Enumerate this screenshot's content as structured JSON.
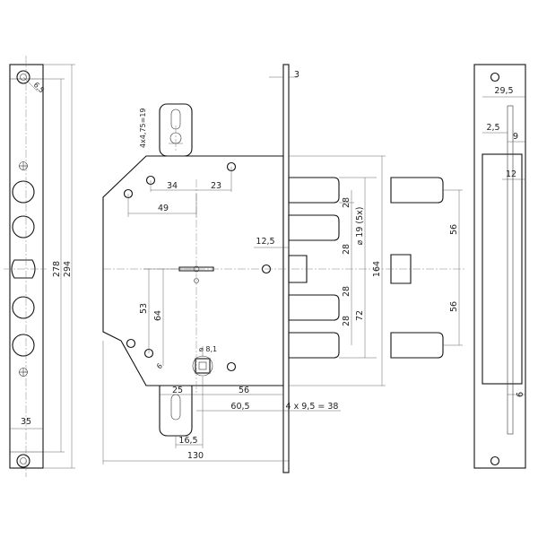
{
  "dims": {
    "hole_dia": "6,5",
    "length_278": "278",
    "length_294": "294",
    "strip_width": "35",
    "plate_thk": "3",
    "slot_4x475": "4x4,75=19",
    "d34": "34",
    "d23": "23",
    "d49": "49",
    "d125": "12,5",
    "d19": "⌀ 19 (5x)",
    "d28a": "28",
    "d28b": "28",
    "d28c": "28",
    "d28d": "28",
    "d164": "164",
    "d72": "72",
    "d53": "53",
    "d64": "64",
    "d6": "6",
    "d81": "⌀ 8,1",
    "d25": "25",
    "d56": "56",
    "d605": "60,5",
    "d4x95": "4 x 9,5 = 38",
    "d165": "16,5",
    "d130": "130",
    "d56r1": "56",
    "d56r2": "56",
    "d295": "29,5",
    "d25r": "2,5",
    "d9": "9",
    "d12": "12",
    "d6r": "6"
  }
}
